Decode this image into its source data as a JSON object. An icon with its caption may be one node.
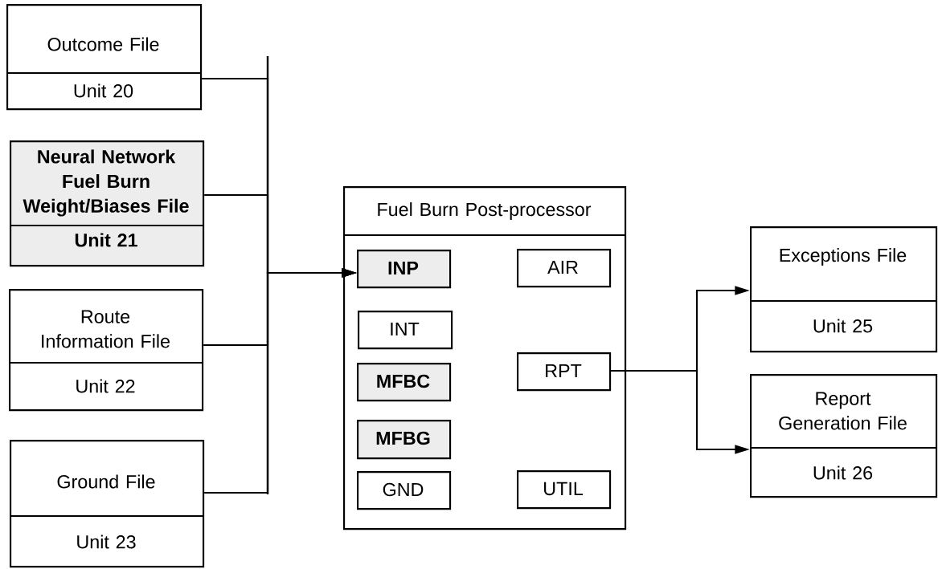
{
  "diagram": {
    "nodes": [
      {
        "text": [
          "Outcome File",
          "Unit 20"
        ]
      },
      {
        "text": [
          "Neural Network Fuel Burn Weight/Biases File",
          "Unit 21"
        ]
      },
      {
        "text": [
          "Route Information File",
          "Unit 22"
        ]
      },
      {
        "text": [
          "Ground File",
          "Unit 23"
        ]
      },
      {
        "text": [
          "Fuel Burn Post-processor"
        ]
      },
      {
        "text": [
          "INP"
        ],
        "in": 4
      },
      {
        "text": [
          "AIR"
        ],
        "in": 4
      },
      {
        "text": [
          "INT"
        ],
        "in": 4
      },
      {
        "text": [
          "RPT"
        ],
        "in": 4
      },
      {
        "text": [
          "MFBC"
        ],
        "in": 4
      },
      {
        "text": [
          "MFBG"
        ],
        "in": 4
      },
      {
        "text": [
          "GND"
        ],
        "in": 4
      },
      {
        "text": [
          "UTIL"
        ],
        "in": 4
      },
      {
        "text": [
          "Exceptions File",
          "Unit 25"
        ]
      },
      {
        "text": [
          "Report Generation File",
          "Unit 26"
        ]
      }
    ],
    "edges": [
      {
        "from": 0,
        "to": 5,
        "arrow": "to"
      },
      {
        "from": 1,
        "to": 5,
        "arrow": "to"
      },
      {
        "from": 2,
        "to": 5,
        "arrow": "to"
      },
      {
        "from": 3,
        "to": 5,
        "arrow": "to"
      },
      {
        "from": 8,
        "to": 13,
        "arrow": "to"
      },
      {
        "from": 8,
        "to": 14,
        "arrow": "to"
      }
    ]
  }
}
